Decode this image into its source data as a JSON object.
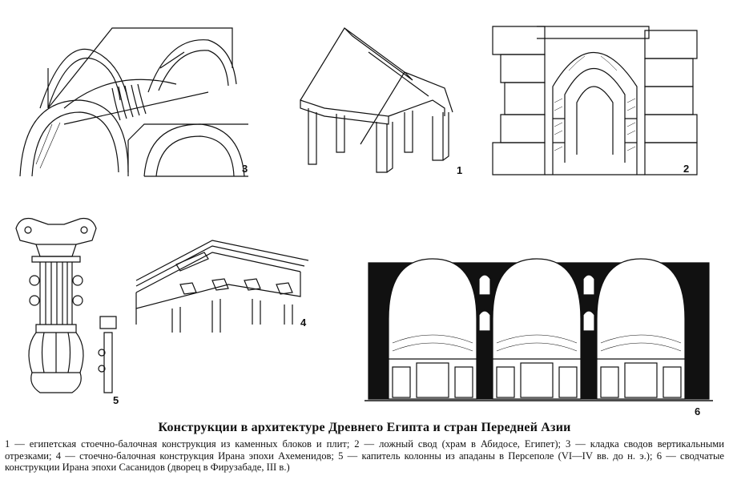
{
  "figure_numbers": {
    "f1": "1",
    "f2": "2",
    "f3": "3",
    "f4": "4",
    "f5": "5",
    "f6": "6"
  },
  "title": "Конструкции в архитектуре Древнего Египта и стран Передней  Азии",
  "caption": "1 — египетская стоечно-балочная конструкция из каменных блоков и плит; 2 — ложный свод (храм в Абидосе, Египет); 3 — кладка сводов вертикальными отрезками; 4 — стоечно-балочная конструкция Ирана эпохи Ахеменидов; 5 — капитель колонны из ападаны в Персеполе (VI—IV вв. до н. э.); 6 — сводчатые конструкции Ирана эпохи Сасанидов (дворец в Фирузабаде, III в.)"
}
